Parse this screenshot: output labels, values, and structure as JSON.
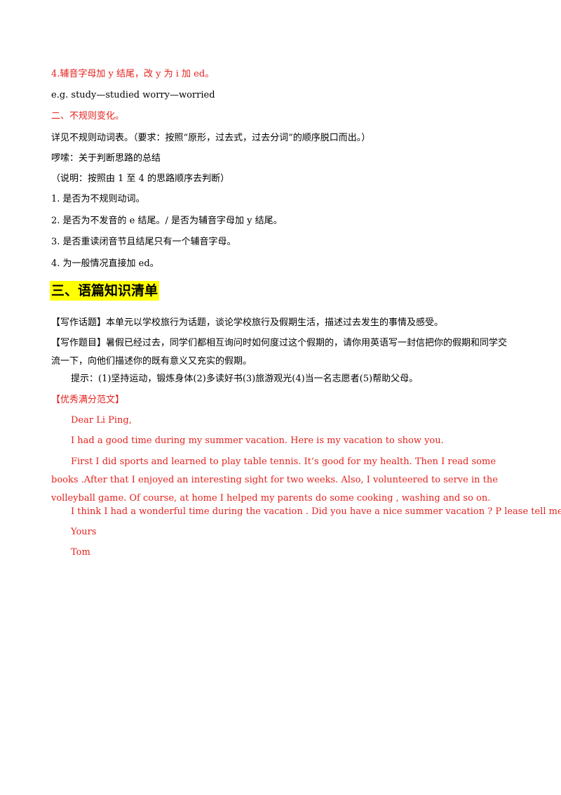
{
  "section_rules": {
    "rule4": "4.辅音字母加 y 结尾，改 y 为 i 加 ed。",
    "example": "e.g. study—studied worry—worried",
    "irregular_title": "二、不规则变化。",
    "irregular_desc": "详见不规则动词表。（要求：按照“原形，过去式，过去分词”的顺序脱口而出。）",
    "summary_title": "啰嗦：关于判断思路的总结",
    "summary_note": "（说明：按照由 1 至 4 的思路顺序去判断）",
    "steps": [
      "1.  是否为不规则动词。",
      "2.  是否为不发音的 e 结尾。/  是否为辅音字母加 y 结尾。",
      "3.  是否重读闭音节且结尾只有一个辅音字母。",
      "4.  为一般情况直接加 ed。"
    ]
  },
  "section_heading": "三、语篇知识清单",
  "writing": {
    "topic": "【写作话题】本单元以学校旅行为话题，谈论学校旅行及假期生活，描述过去发生的事情及感受。",
    "prompt": "【写作题目】暑假已经过去，同学们都相互询问时如何度过这个假期的，请你用英语写一封信把你的假期和同学交流一下，向他们描述你的既有意义又充实的假期。",
    "hints": "提示：(1)坚持运动，锻炼身体(2)多读好书(3)旅游观光(4)当一名志愿者(5)帮助父母。",
    "sample_title": "【优秀满分范文】"
  },
  "letter": {
    "greeting": "Dear Li Ping,",
    "p1": "I had a good time during my summer vacation. Here is my vacation to show you.",
    "p2": "First I did sports and learned to play table tennis. It’s good for my health. Then I read some books .After that I enjoyed an interesting sight for two weeks. Also, I volunteered to serve in the volleyball game. Of course, at home I helped my parents do some cooking , washing and so on.",
    "p3": "I think I had a wonderful time during the vacation . Did you have a nice summer vacation ? P lease tell me !",
    "closing": "Yours",
    "signature": "Tom"
  },
  "colors": {
    "accent_red": "#e4221e",
    "highlight": "#ffff00"
  }
}
